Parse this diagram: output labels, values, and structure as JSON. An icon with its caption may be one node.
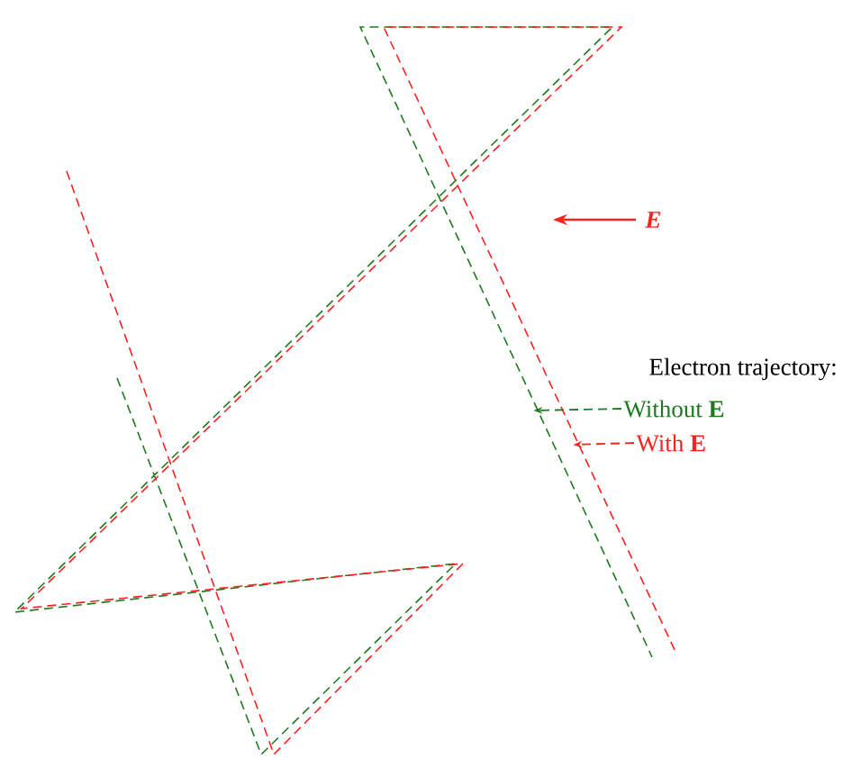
{
  "diagram": {
    "nodes": [
      {
        "text": [],
        "shape": "line"
      },
      {
        "text": [],
        "shape": "line"
      },
      {
        "text": [
          "Without **E**"
        ]
      },
      {
        "text": [
          "With **E**"
        ]
      }
    ],
    "edges": [
      {
        "from": 2,
        "to": 0,
        "arrow": "to",
        "style": "dashed",
        "color": "#1e7a1e"
      },
      {
        "from": 3,
        "to": 1,
        "arrow": "to",
        "style": "dashed",
        "color": "#ff2020"
      }
    ],
    "labels": [
      "E",
      "Electron trajectory:"
    ]
  }
}
